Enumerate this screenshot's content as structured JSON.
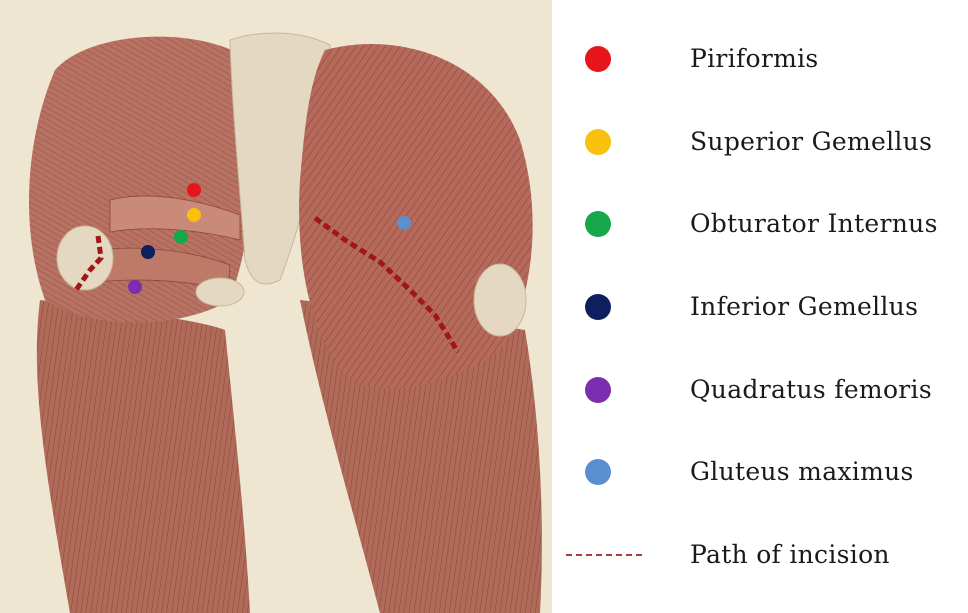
{
  "legend": {
    "items": [
      {
        "label": "Piriformis",
        "color": "#e8141c",
        "marker": "dot"
      },
      {
        "label": "Superior Gemellus",
        "color": "#f7c10e",
        "marker": "dot"
      },
      {
        "label": "Obturator Internus",
        "color": "#16a84a",
        "marker": "dot"
      },
      {
        "label": "Inferior Gemellus",
        "color": "#0d1f5c",
        "marker": "dot"
      },
      {
        "label": "Quadratus femoris",
        "color": "#7b2fb0",
        "marker": "dot"
      },
      {
        "label": "Gluteus maximus",
        "color": "#5b8fcf",
        "marker": "dot"
      },
      {
        "label": "Path of incision",
        "color": "#b03a3a",
        "marker": "dashed-line"
      }
    ]
  },
  "colors": {
    "parchment": "#efe6d2",
    "muscle": "#b56a5c",
    "muscle_dark": "#8e4538",
    "tendon": "#e4d8c2",
    "incision": "#a0161a"
  }
}
